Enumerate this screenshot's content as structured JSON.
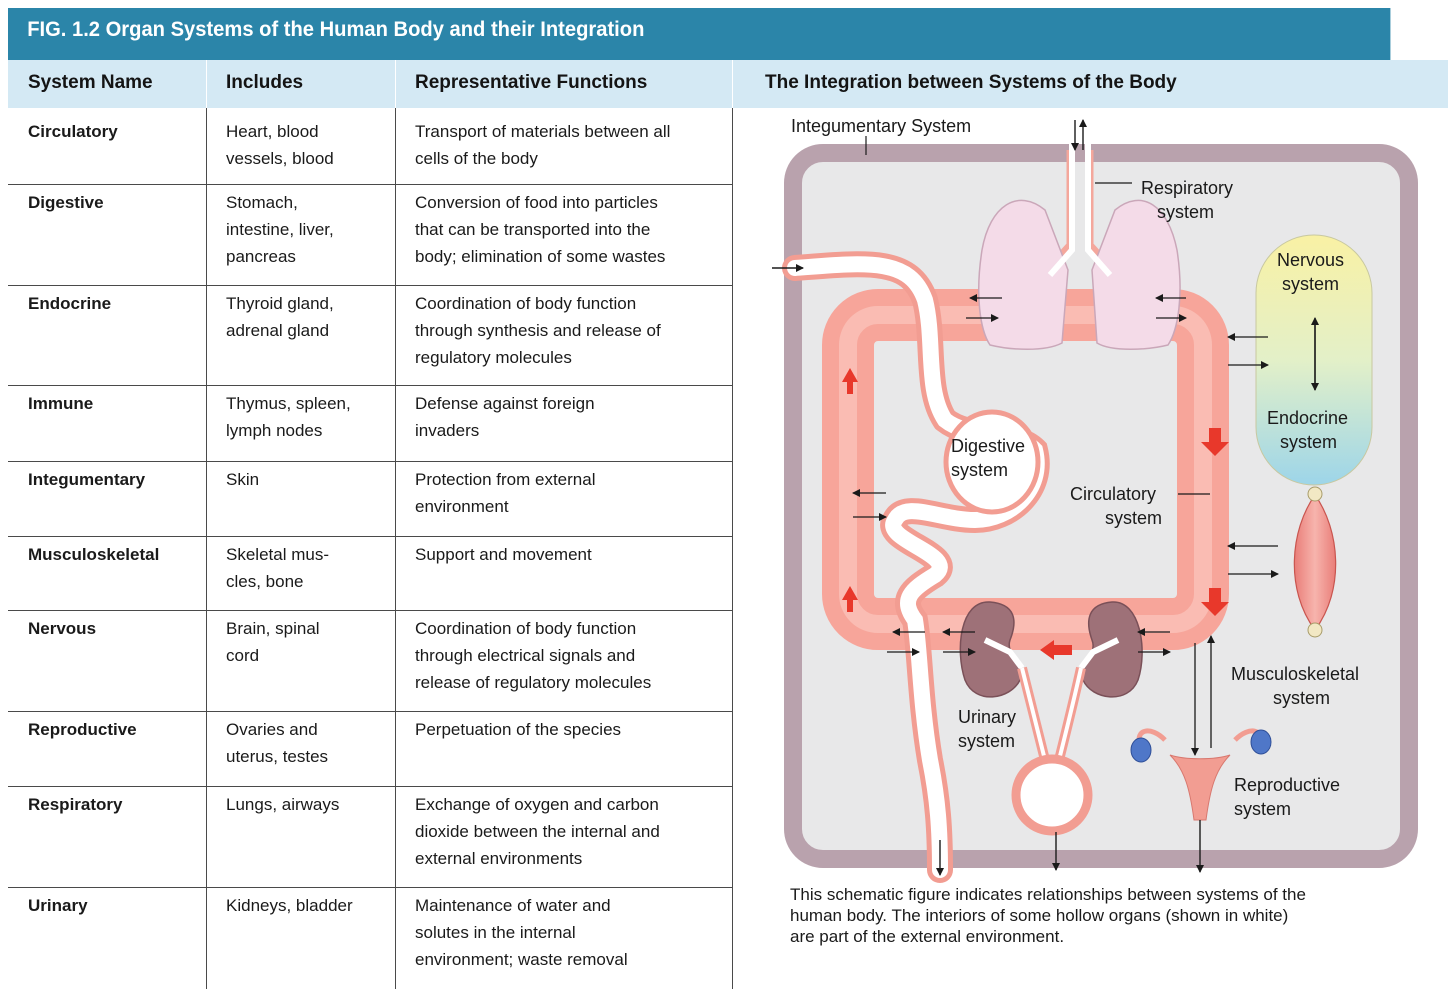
{
  "figure_title": "FIG. 1.2 Organ Systems of the Human Body and their Integration",
  "headers": {
    "system_name": "System Name",
    "includes": "Includes",
    "functions": "Representative Functions",
    "integration": "The Integration between Systems of the Body"
  },
  "rows": [
    {
      "name": "Circulatory",
      "includes": [
        "Heart, blood",
        "vessels, blood"
      ],
      "functions": [
        "Transport of materials between all",
        "cells of the body"
      ]
    },
    {
      "name": "Digestive",
      "includes": [
        "Stomach,",
        "intestine, liver,",
        "pancreas"
      ],
      "functions": [
        "Conversion of food into particles",
        "that can be transported into the",
        "body; elimination of some wastes"
      ]
    },
    {
      "name": "Endocrine",
      "includes": [
        "Thyroid gland,",
        "adrenal gland"
      ],
      "functions": [
        "Coordination of body function",
        "through synthesis and release of",
        "regulatory molecules"
      ]
    },
    {
      "name": "Immune",
      "includes": [
        "Thymus, spleen,",
        "lymph nodes"
      ],
      "functions": [
        "Defense against foreign",
        "invaders"
      ]
    },
    {
      "name": "Integumentary",
      "includes": [
        "Skin"
      ],
      "functions": [
        "Protection from external",
        "environment"
      ]
    },
    {
      "name": "Musculoskeletal",
      "includes": [
        "Skeletal mus-",
        "cles, bone"
      ],
      "functions": [
        "Support and movement"
      ]
    },
    {
      "name": "Nervous",
      "includes": [
        "Brain, spinal",
        "cord"
      ],
      "functions": [
        "Coordination of body function",
        "through electrical signals and",
        "release of regulatory molecules"
      ]
    },
    {
      "name": "Reproductive",
      "includes": [
        "Ovaries and",
        "uterus, testes"
      ],
      "functions": [
        "Perpetuation of the species"
      ]
    },
    {
      "name": "Respiratory",
      "includes": [
        "Lungs, airways"
      ],
      "functions": [
        "Exchange of oxygen and carbon",
        "dioxide between the internal and",
        "external environments"
      ]
    },
    {
      "name": "Urinary",
      "includes": [
        "Kidneys, bladder"
      ],
      "functions": [
        "Maintenance of water and",
        "solutes in the internal",
        "environment; waste removal"
      ]
    }
  ],
  "diagram": {
    "integumentary": "Integumentary System",
    "respiratory": [
      "Respiratory",
      "system"
    ],
    "nervous": [
      "Nervous",
      "system"
    ],
    "endocrine": [
      "Endocrine",
      "system"
    ],
    "digestive": [
      "Digestive",
      "system"
    ],
    "circulatory": [
      "Circulatory",
      "system"
    ],
    "musculoskeletal": [
      "Musculoskeletal",
      "system"
    ],
    "urinary": [
      "Urinary",
      "system"
    ],
    "reproductive": [
      "Reproductive",
      "system"
    ]
  },
  "caption": "This schematic figure indicates relationships between systems of the human body. The interiors of some hollow organs (shown in white) are part of the external environment.",
  "colors": {
    "title_bar": "#2b85a9",
    "header_row": "#d4e9f4",
    "skin_border": "#b9a2ad",
    "body_fill": "#e8e8e9",
    "circulation": "#f7a59a",
    "arrow_red": "#e8382b",
    "lung": "#f4dbe8",
    "kidney": "#9e7178"
  }
}
